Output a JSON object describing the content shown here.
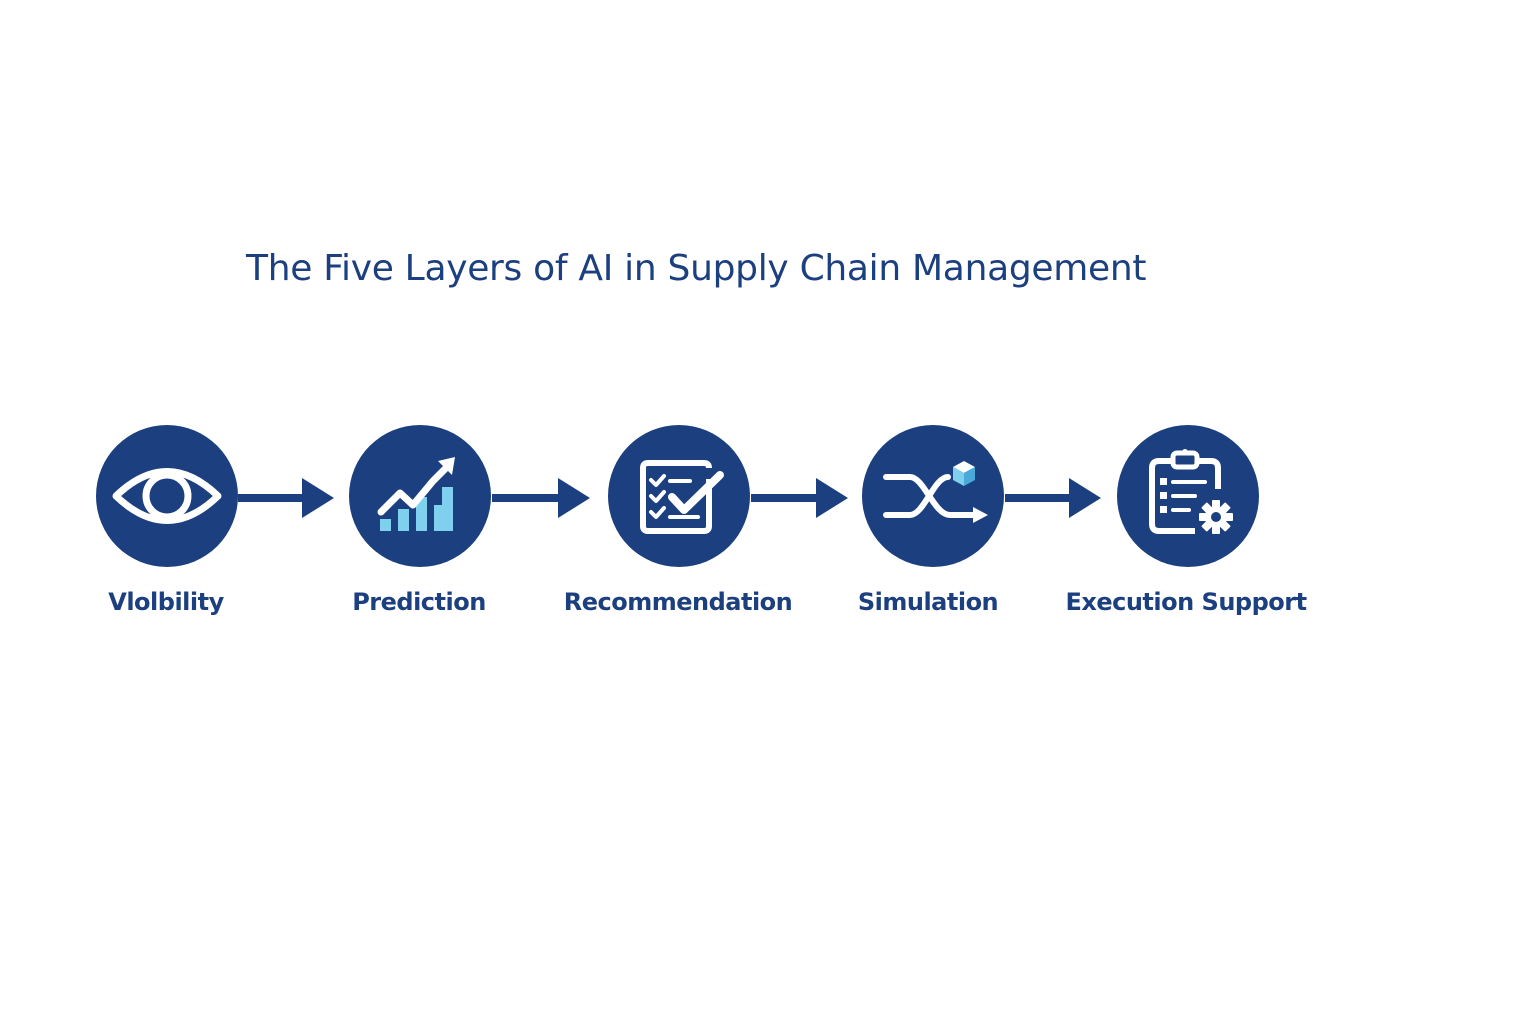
{
  "title": "The Five Layers of AI in Supply Chain Management",
  "colors": {
    "primary": "#1c3f80",
    "accent": "#7fd0ee",
    "background": "#ffffff"
  },
  "layers": [
    {
      "label": "Vlolbility",
      "icon": "eye-icon"
    },
    {
      "label": "Prediction",
      "icon": "growth-chart-icon"
    },
    {
      "label": "Recommendation",
      "icon": "checklist-icon"
    },
    {
      "label": "Simulation",
      "icon": "shuffle-cube-icon"
    },
    {
      "label": "Execution Support",
      "icon": "clipboard-gear-icon"
    }
  ]
}
